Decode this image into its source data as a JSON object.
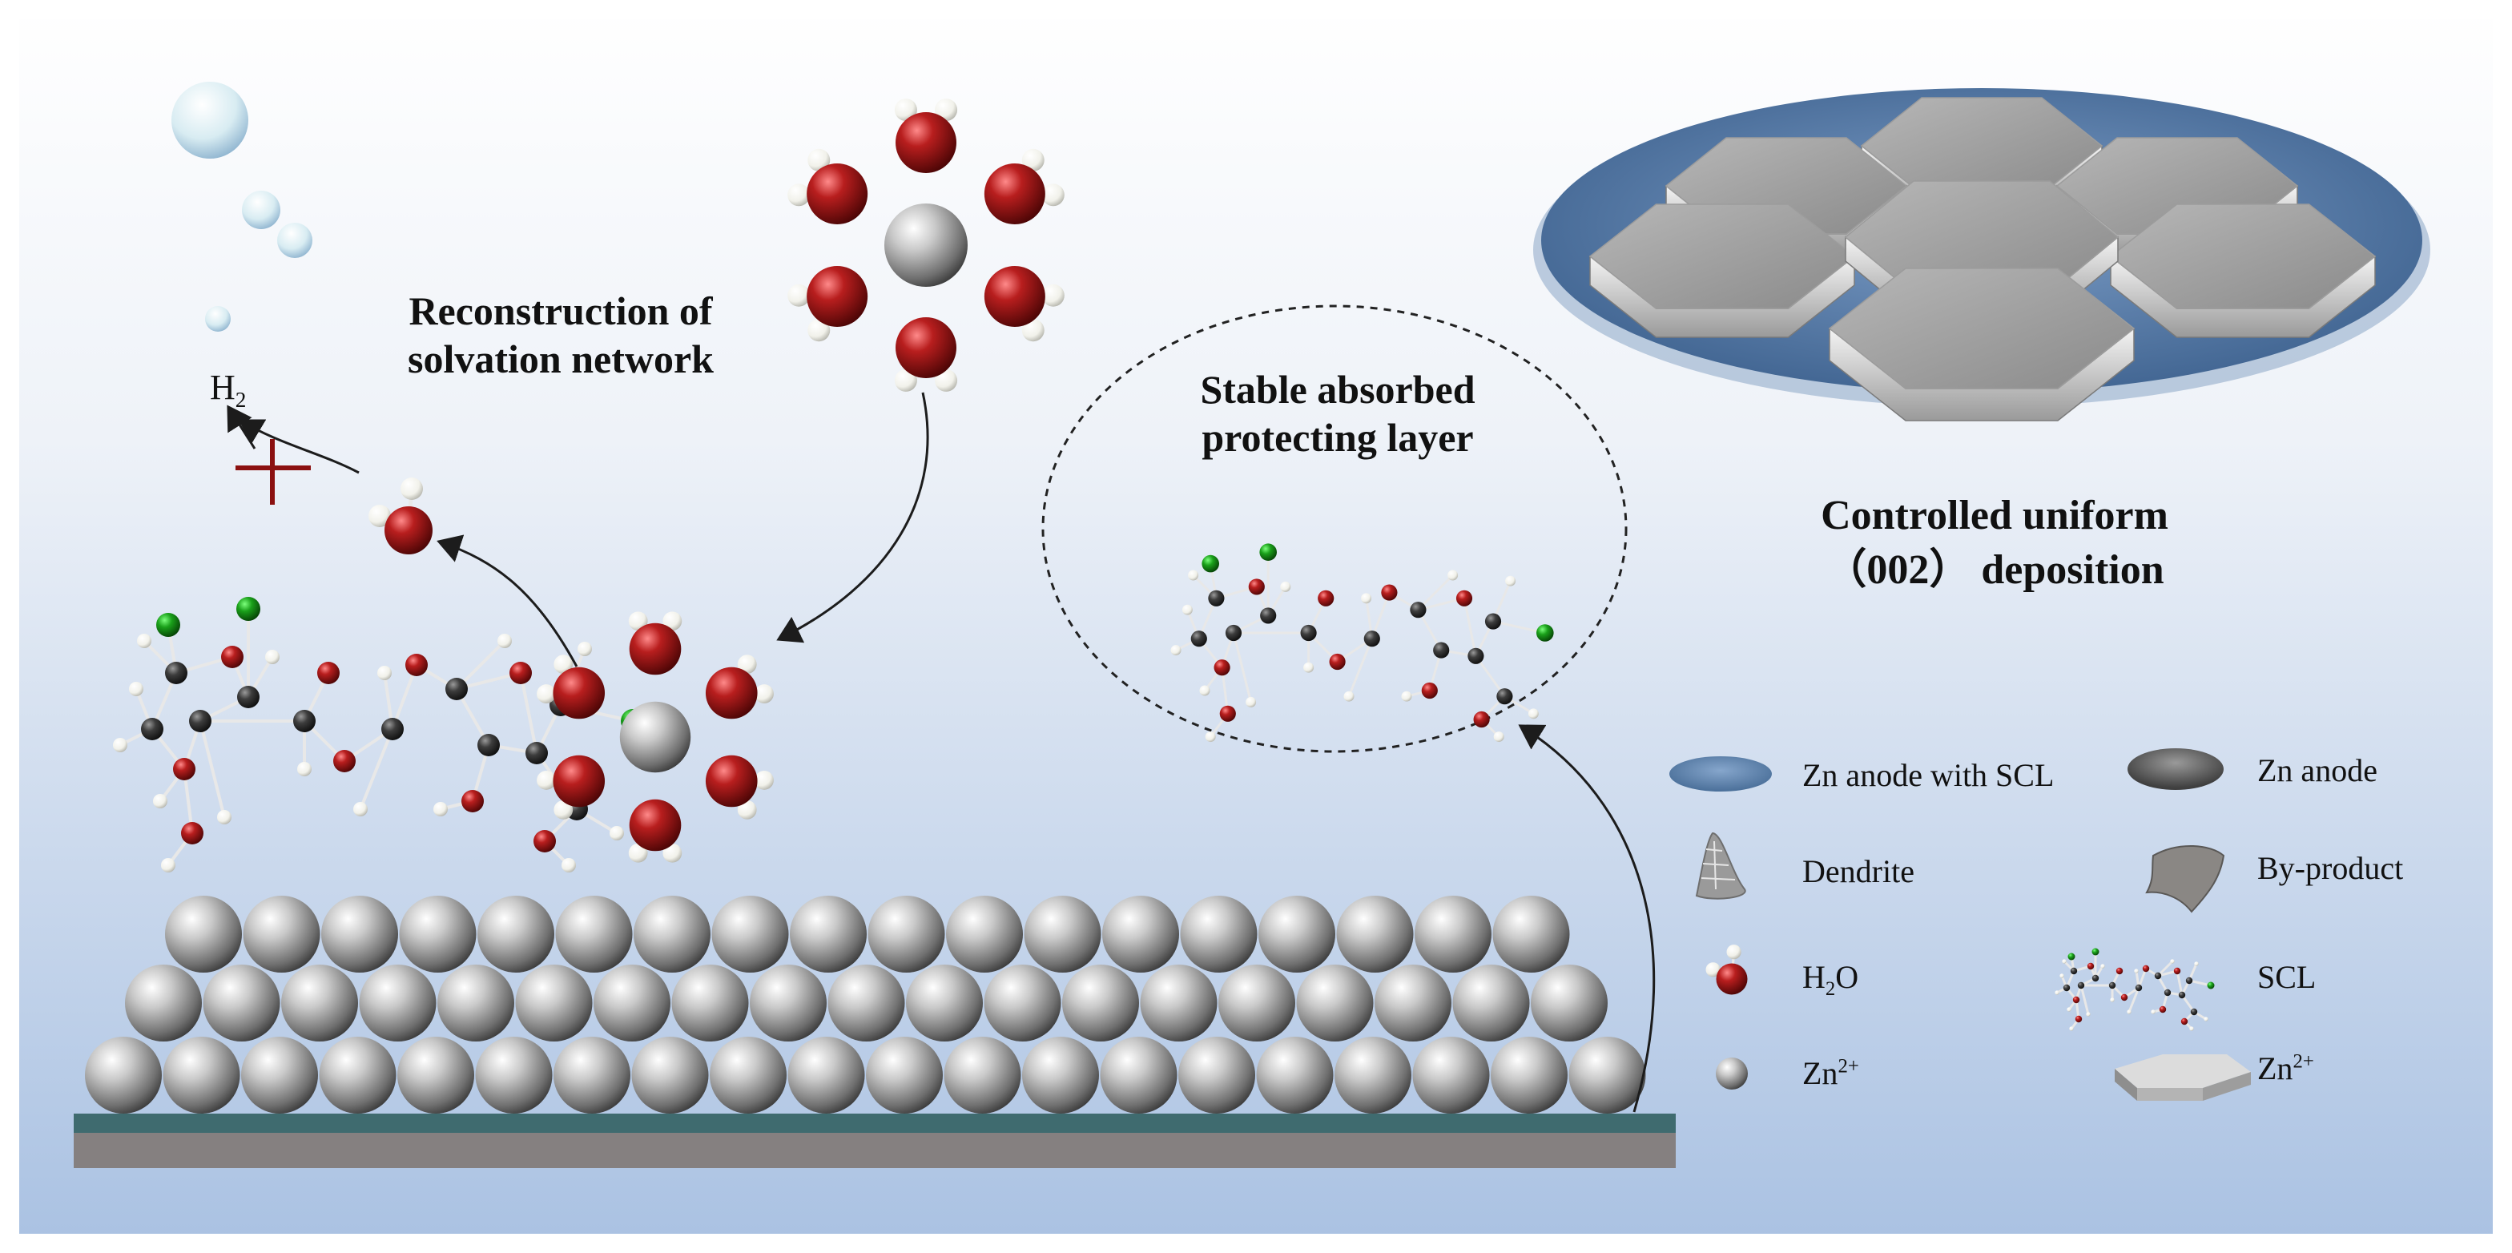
{
  "labels": {
    "reconstruction": [
      "Reconstruction of",
      "solvation network"
    ],
    "h2_main": "H",
    "h2_sub": "2",
    "stable": [
      "Stable absorbed",
      "protecting layer"
    ],
    "controlled": [
      "Controlled uniform",
      "（002） deposition"
    ]
  },
  "legend": {
    "zn_anode_scl": "Zn anode with SCL",
    "zn_anode": "Zn anode",
    "dendrite": "Dendrite",
    "by_product": "By-product",
    "h2o_main": "H",
    "h2o_sub": "2",
    "h2o_tail": "O",
    "scl": "SCL",
    "zn_ion_main": "Zn",
    "zn_ion_sup": "2+",
    "zn_ion_plate_main": "Zn",
    "zn_ion_plate_sup": "2+"
  },
  "colors": {
    "background_top": "#ffffff",
    "background_bottom": "#a9c1e2",
    "oxygen": "#9a1414",
    "carbon": "#3a3a3a",
    "chlorine": "#1a9a1a",
    "hydrogen": "#f4f4ee",
    "zinc": "#b8b8b8",
    "substrate_teal": "#3f6b6f",
    "substrate_gray": "#858080",
    "disc_blue": "#4e76a3",
    "inhibit_red": "#8b1010"
  }
}
